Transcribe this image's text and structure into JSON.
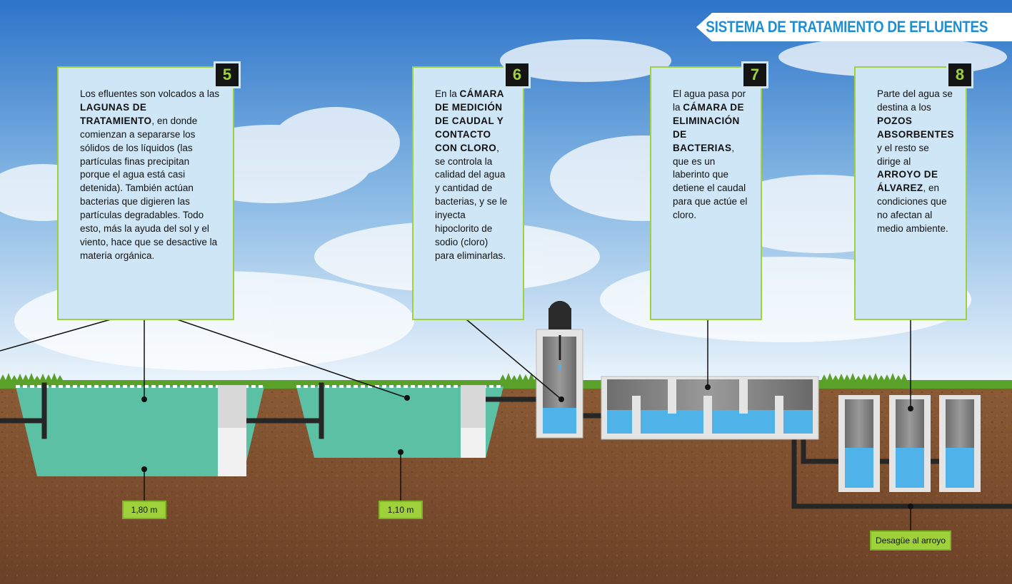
{
  "title": "SISTEMA DE TRATAMIENTO DE EFLUENTES",
  "steps": [
    {
      "number": "5",
      "text_parts": [
        {
          "t": "Los efluentes son volcados a las ",
          "b": false
        },
        {
          "t": "LAGUNAS DE TRATAMIENTO",
          "b": true
        },
        {
          "t": ", en donde comienzan a separarse los sólidos de los líquidos (las partículas finas precipitan porque el agua está casi detenida). También actúan bacterias que digieren las partículas degradables. Todo esto, más la ayuda del sol y el viento, hace que se desactive la materia orgánica.",
          "b": false
        }
      ]
    },
    {
      "number": "6",
      "text_parts": [
        {
          "t": "En la ",
          "b": false
        },
        {
          "t": "CÁMARA DE MEDICIÓN DE CAUDAL Y CONTACTO CON CLORO",
          "b": true
        },
        {
          "t": ", se controla la calidad del agua y cantidad de bacterias, y se le inyecta hipoclorito de sodio (cloro) para eliminarlas.",
          "b": false
        }
      ]
    },
    {
      "number": "7",
      "text_parts": [
        {
          "t": "El agua pasa por la ",
          "b": false
        },
        {
          "t": "CÁMARA DE ELIMINACIÓN DE BACTERIAS",
          "b": true
        },
        {
          "t": ", que es un laberinto que detiene el caudal para que actúe el cloro.",
          "b": false
        }
      ]
    },
    {
      "number": "8",
      "text_parts": [
        {
          "t": "Parte del agua se destina a los ",
          "b": false
        },
        {
          "t": "POZOS ABSORBENTES",
          "b": true
        },
        {
          "t": " y el resto se dirige al ",
          "b": false
        },
        {
          "t": "ARROYO DE ÁLVAREZ",
          "b": true
        },
        {
          "t": ", en condiciones que no afectan al medio ambiente.",
          "b": false
        }
      ]
    }
  ],
  "depth_labels": [
    "1,80 m",
    "1,10 m"
  ],
  "outlet_label": "Desagüe al arroyo",
  "colors": {
    "sky_top": "#2d74c9",
    "sky_bottom": "#e9f4fc",
    "soil": "#7a4e2e",
    "grass": "#5aa12a",
    "lagoon_water": "#5cc1a4",
    "clean_water": "#4fb3ea",
    "accent_green": "#9fd23a",
    "title_blue": "#1f8fd0",
    "box_fill": "#cfe6f6"
  },
  "icons": [
    "water-drop-icon"
  ]
}
